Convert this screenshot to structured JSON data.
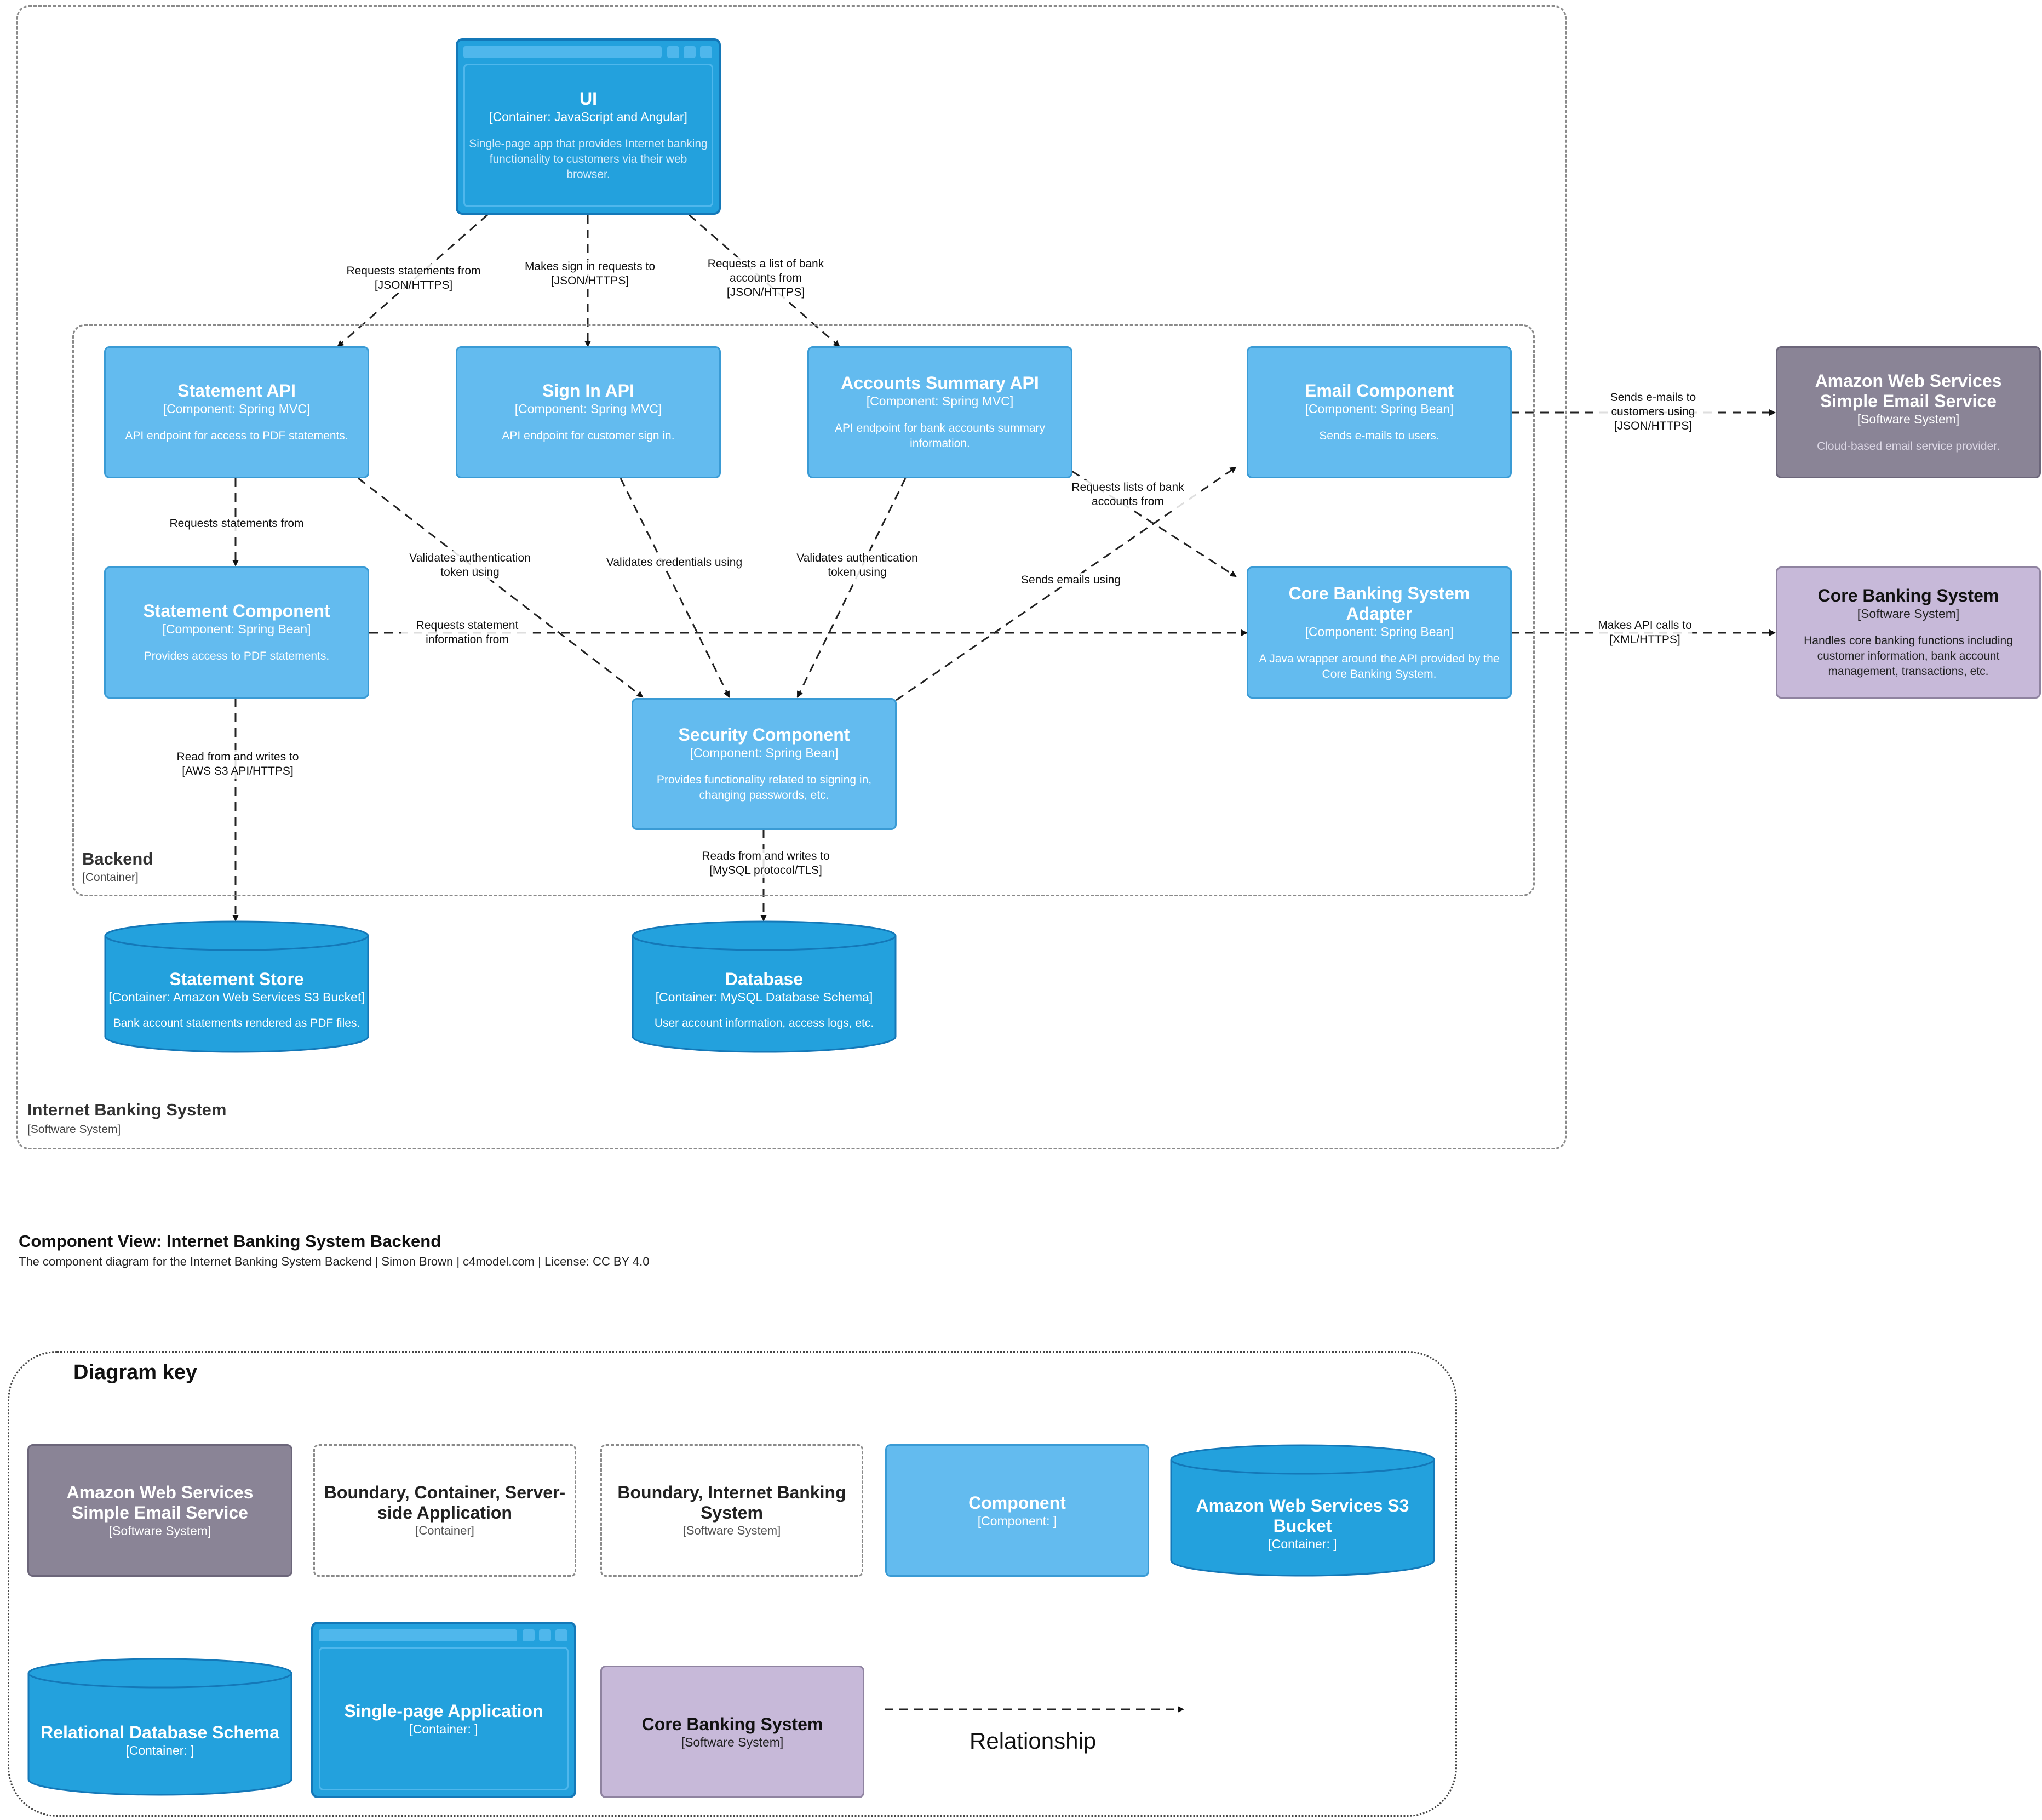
{
  "diagram": {
    "title": "Component View: Internet Banking System Backend",
    "subtitle": "The component diagram for the Internet Banking System Backend | Simon Brown | c4model.com | License: CC BY 4.0"
  },
  "boundaries": {
    "system": {
      "title": "Internet Banking System",
      "type": "[Software System]"
    },
    "backend": {
      "title": "Backend",
      "type": "[Container]"
    }
  },
  "nodes": {
    "ui": {
      "title": "UI",
      "type": "[Container: JavaScript and Angular]",
      "desc": "Single-page app that provides Internet banking functionality to customers via their web browser."
    },
    "statement_api": {
      "title": "Statement API",
      "type": "[Component: Spring MVC]",
      "desc": "API endpoint for access to PDF statements."
    },
    "signin_api": {
      "title": "Sign In API",
      "type": "[Component: Spring MVC]",
      "desc": "API endpoint for customer sign in."
    },
    "accounts_api": {
      "title": "Accounts Summary API",
      "type": "[Component: Spring MVC]",
      "desc": "API endpoint for bank accounts summary information."
    },
    "email_component": {
      "title": "Email Component",
      "type": "[Component: Spring Bean]",
      "desc": "Sends e-mails to users."
    },
    "statement_component": {
      "title": "Statement Component",
      "type": "[Component: Spring Bean]",
      "desc": "Provides access to PDF statements."
    },
    "security_component": {
      "title": "Security Component",
      "type": "[Component: Spring Bean]",
      "desc": "Provides functionality related to signing in, changing passwords, etc."
    },
    "cbs_adapter": {
      "title": "Core Banking System Adapter",
      "type": "[Component: Spring Bean]",
      "desc": "A Java wrapper around the API provided by the Core Banking System."
    },
    "ses": {
      "title": "Amazon Web Services Simple Email Service",
      "type": "[Software System]",
      "desc": "Cloud-based email service provider."
    },
    "cbs": {
      "title": "Core Banking System",
      "type": "[Software System]",
      "desc": "Handles core banking functions including customer information, bank account management, transactions, etc."
    },
    "statement_store": {
      "title": "Statement Store",
      "type": "[Container: Amazon Web Services S3 Bucket]",
      "desc": "Bank account statements rendered as PDF files."
    },
    "database": {
      "title": "Database",
      "type": "[Container: MySQL Database Schema]",
      "desc": "User account information, access logs, etc."
    }
  },
  "edges": [
    {
      "label": "Requests statements from",
      "tech": "[JSON/HTTPS]"
    },
    {
      "label": "Makes sign in requests to",
      "tech": "[JSON/HTTPS]"
    },
    {
      "label": "Requests a list of bank accounts from",
      "tech": "[JSON/HTTPS]"
    },
    {
      "label": "Requests statements from",
      "tech": ""
    },
    {
      "label": "Validates authentication token using",
      "tech": ""
    },
    {
      "label": "Validates credentials using",
      "tech": ""
    },
    {
      "label": "Validates authentication token using",
      "tech": ""
    },
    {
      "label": "Requests lists of bank accounts from",
      "tech": ""
    },
    {
      "label": "Sends emails using",
      "tech": ""
    },
    {
      "label": "Requests statement information from",
      "tech": ""
    },
    {
      "label": "Read from and writes to",
      "tech": "[AWS S3 API/HTTPS]"
    },
    {
      "label": "Reads from and writes to",
      "tech": "[MySQL protocol/TLS]"
    },
    {
      "label": "Sends e-mails to customers using",
      "tech": "[JSON/HTTPS]"
    },
    {
      "label": "Makes API calls to",
      "tech": "[XML/HTTPS]"
    }
  ],
  "key": {
    "title": "Diagram key",
    "items": {
      "ses": {
        "title": "Amazon Web Services Simple Email Service",
        "type": "[Software System]"
      },
      "boundary_container": {
        "title": "Boundary, Container, Server-side Application",
        "type": "[Container]"
      },
      "boundary_system": {
        "title": "Boundary, Internet Banking System",
        "type": "[Software System]"
      },
      "component": {
        "title": "Component",
        "type": "[Component: ]"
      },
      "s3": {
        "title": "Amazon Web Services S3 Bucket",
        "type": "[Container: ]"
      },
      "rdb": {
        "title": "Relational Database Schema",
        "type": "[Container: ]"
      },
      "spa": {
        "title": "Single-page Application",
        "type": "[Container: ]"
      },
      "cbs": {
        "title": "Core Banking System",
        "type": "[Software System]"
      },
      "relationship": "Relationship"
    }
  },
  "colors": {
    "component": "#63bbef",
    "container": "#23a1dd",
    "external_email": "#8a8496",
    "core_banking": "#c7b9d9",
    "boundary": "#8a8a8a"
  }
}
